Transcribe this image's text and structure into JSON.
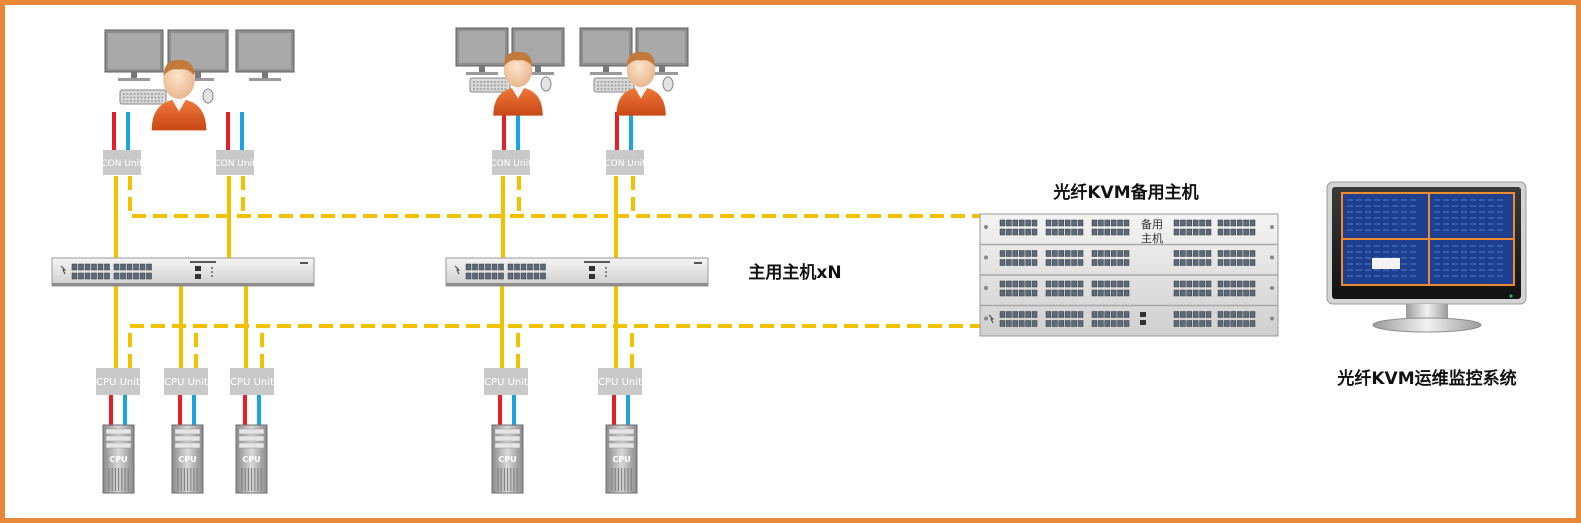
{
  "labels": {
    "main_host": "主用主机xN",
    "backup_host": "光纤KVM备用主机",
    "backup_panel": [
      "备用",
      "主机"
    ],
    "monitor_system": "光纤KVM运维监控系统",
    "con_unit": "CON Unit",
    "cpu_unit": "CPU Unit",
    "cpu": "CPU"
  },
  "colors": {
    "border": "#E8883A",
    "fiber": "#F2C200",
    "video_red": "#E3202A",
    "video_blue": "#1BA5E0",
    "unit_gray": "#C9C9C9",
    "chassis": "#E2E2E2",
    "user_orange": "#E0602A"
  },
  "icons": [
    "monitor-icon",
    "user-avatar-icon",
    "keyboard-icon",
    "mouse-icon",
    "server-tower-icon",
    "control-monitor-icon"
  ]
}
